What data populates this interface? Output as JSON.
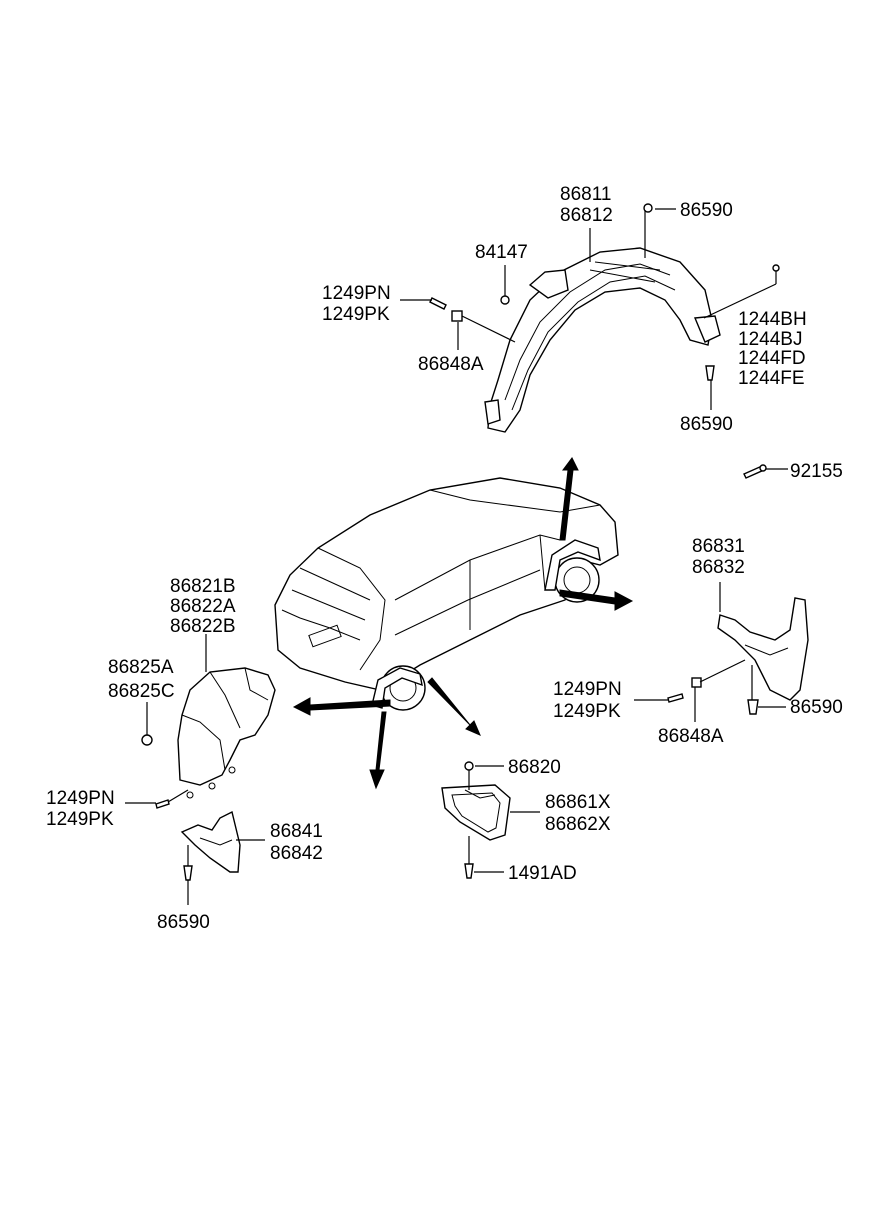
{
  "labels": {
    "p86811": "86811",
    "p86812": "86812",
    "p86590_a": "86590",
    "p84147": "84147",
    "p1249PN_a": "1249PN",
    "p1249PK_a": "1249PK",
    "p86848A_a": "86848A",
    "p1244BH": "1244BH",
    "p1244BJ": "1244BJ",
    "p1244FD": "1244FD",
    "p1244FE": "1244FE",
    "p86590_b": "86590",
    "p92155": "92155",
    "p86831": "86831",
    "p86832": "86832",
    "p86821B": "86821B",
    "p86822A": "86822A",
    "p86822B": "86822B",
    "p86825A": "86825A",
    "p86825C": "86825C",
    "p1249PN_b": "1249PN",
    "p1249PK_b": "1249PK",
    "p86590_c": "86590",
    "p86848A_b": "86848A",
    "p86820": "86820",
    "p86861X": "86861X",
    "p86862X": "86862X",
    "p1249PN_c": "1249PN",
    "p1249PK_c": "1249PK",
    "p86841": "86841",
    "p86842": "86842",
    "p1491AD": "1491AD",
    "p86590_d": "86590"
  }
}
